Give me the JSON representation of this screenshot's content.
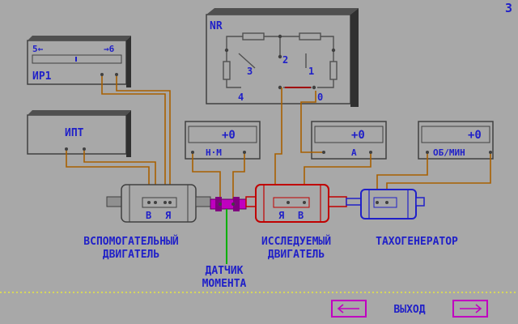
{
  "page_number": "3",
  "resistor_box": {
    "title": "NR",
    "pos1": "1",
    "pos2": "2",
    "pos3": "3",
    "pos4": "4",
    "pos0": "0"
  },
  "rheostat": {
    "range_left": "5←",
    "range_right": "→6",
    "label": "ИР1"
  },
  "power_supply": {
    "label": "ИПТ"
  },
  "meters": {
    "torque": {
      "reading": "+0",
      "unit": "Н·М"
    },
    "current": {
      "reading": "+0",
      "unit": "А"
    },
    "speed": {
      "reading": "+0",
      "unit": "ОБ/МИН"
    }
  },
  "aux_motor": {
    "term_left": "В",
    "term_right": "Я",
    "caption_line1": "ВСПОМОГАТЕЛЬНЫЙ",
    "caption_line2": "ДВИГАТЕЛЬ"
  },
  "test_motor": {
    "term_left": "Я",
    "term_right": "В",
    "caption_line1": "ИССЛЕДУЕМЫЙ",
    "caption_line2": "ДВИГАТЕЛЬ"
  },
  "torque_sensor": {
    "caption_line1": "ДАТЧИК",
    "caption_line2": "МОМЕНТА"
  },
  "tachogenerator": {
    "caption": "ТАХОГЕНЕРАТОР"
  },
  "nav": {
    "exit_label": "ВЫХОД",
    "prev_icon": "arrow-left-icon",
    "next_icon": "arrow-right-icon"
  },
  "colors": {
    "background": "#a8a8a8",
    "text": "#2020c8",
    "wire": "#a86000",
    "test_motor": "#c00000",
    "tachogenerator": "#2020c8",
    "sensor": "#c000c0",
    "sensor_lead": "#00b000",
    "separator": "#e8e840"
  }
}
